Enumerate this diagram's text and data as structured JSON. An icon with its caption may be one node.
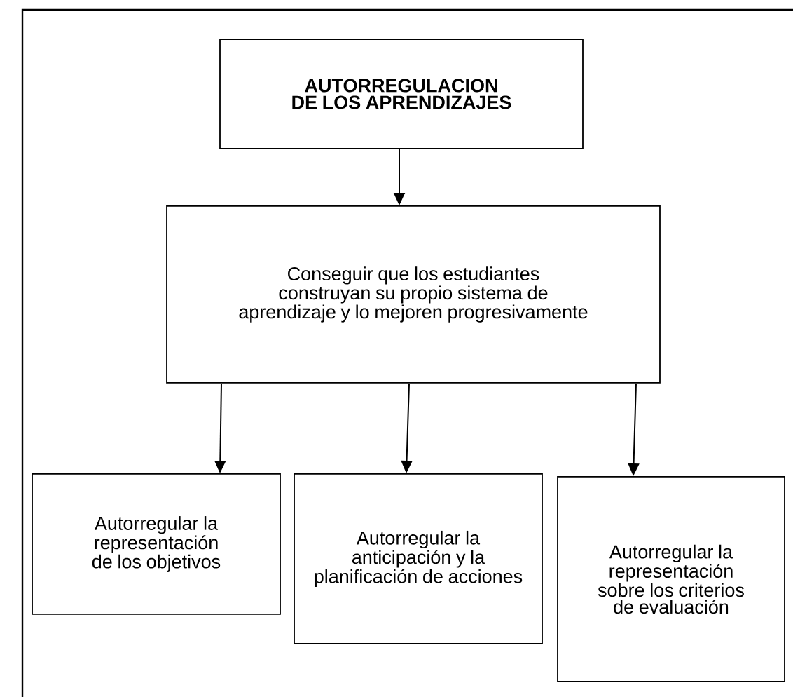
{
  "diagram": {
    "nodes": [
      {
        "text": [
          "AUTORREGULACION DE LOS APRENDIZAJES"
        ]
      },
      {
        "text": [
          "Conseguir que los estudiantes construyan su propio sistema de aprendizaje y lo mejoren progresivamente"
        ]
      },
      {
        "text": [
          "Autorregular la representación de los objetivos"
        ]
      },
      {
        "text": [
          "Autorregular la anticipación y la planificación de acciones"
        ]
      },
      {
        "text": [
          "Autorregular la representación sobre los criterios de evaluación"
        ]
      }
    ],
    "edges": [
      {
        "from": 0,
        "to": 1,
        "arrow": "to"
      },
      {
        "from": 1,
        "to": 2,
        "arrow": "to"
      },
      {
        "from": 1,
        "to": 3,
        "arrow": "to"
      },
      {
        "from": 1,
        "to": 4,
        "arrow": "to"
      }
    ]
  }
}
